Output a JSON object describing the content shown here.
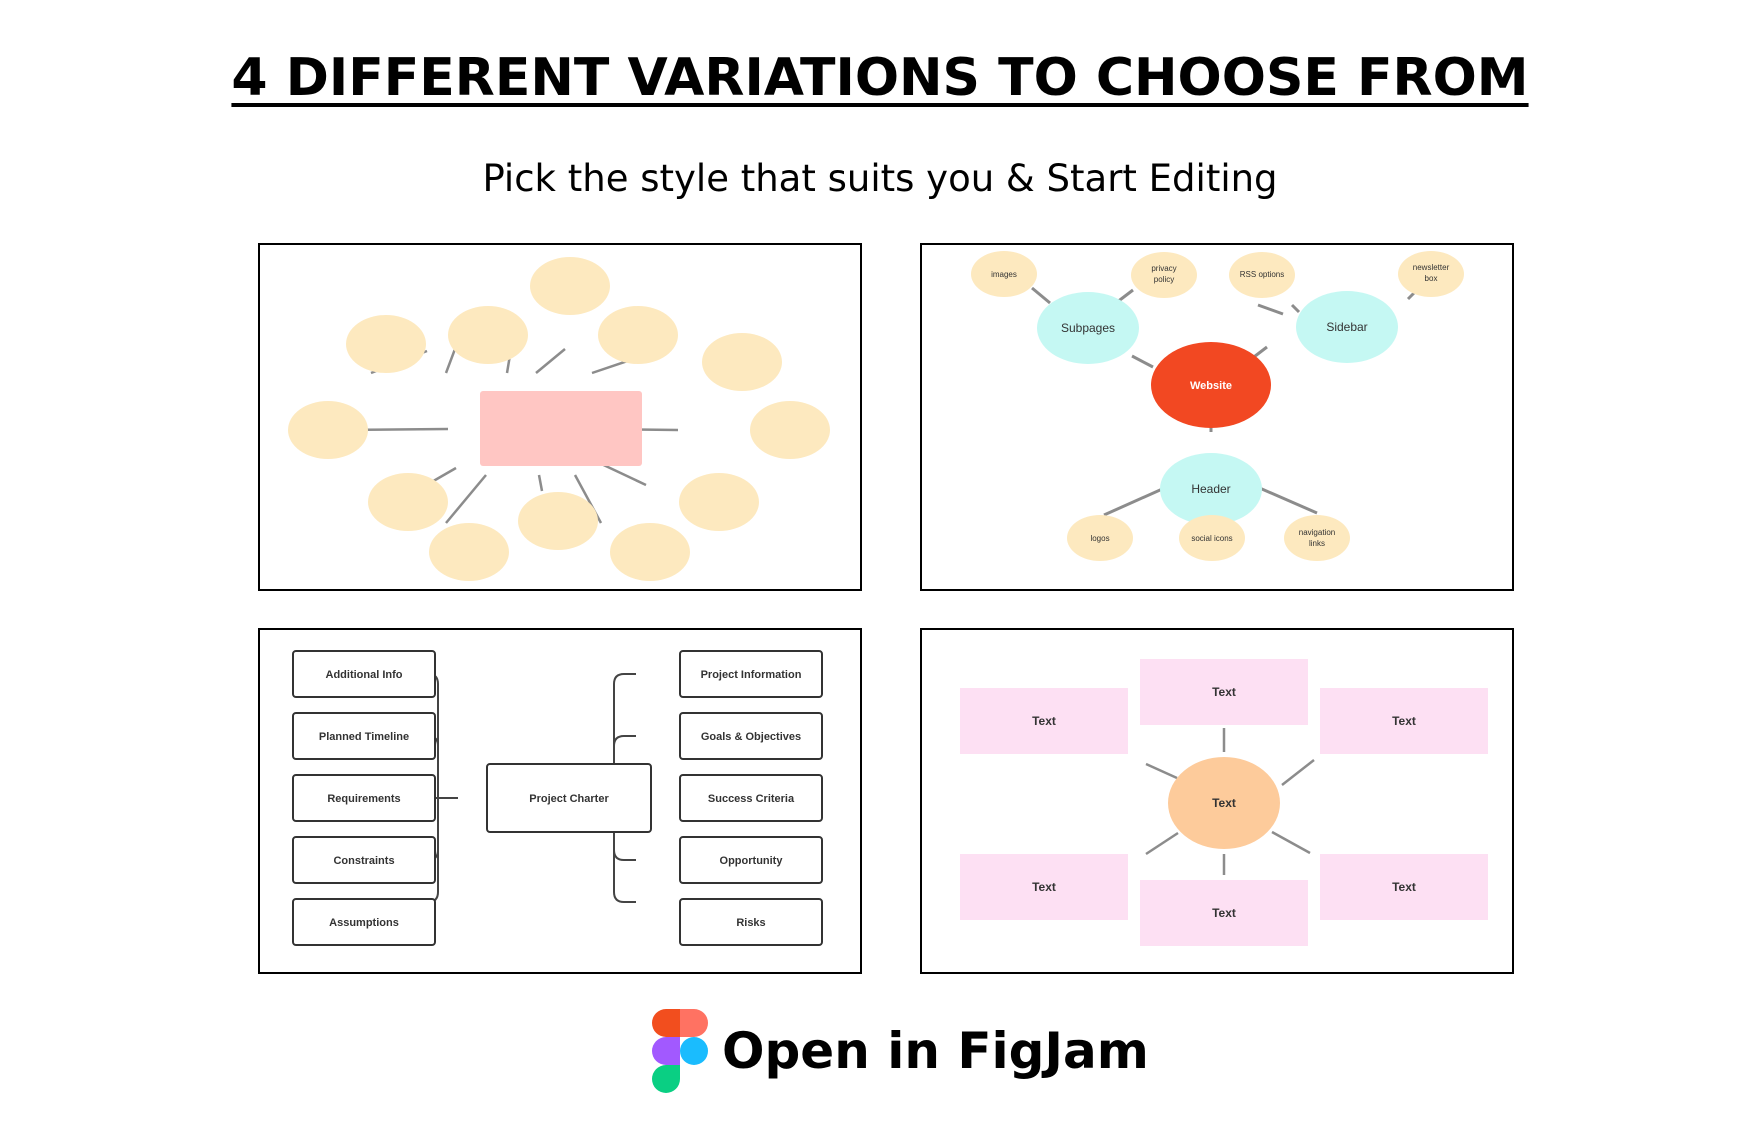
{
  "header": {
    "title": "4 DIFFERENT VARIATIONS TO CHOOSE FROM",
    "subtitle": "Pick the style that suits you & Start Editing"
  },
  "variations": {
    "website": {
      "center": "Website",
      "subpages": "Subpages",
      "sidebar": "Sidebar",
      "header_node": "Header",
      "images": "images",
      "privacy_1": "privacy",
      "privacy_2": "policy",
      "rss": "RSS options",
      "newsletter_1": "newsletter",
      "newsletter_2": "box",
      "logos": "logos",
      "social": "social icons",
      "nav_1": "navigation",
      "nav_2": "links"
    },
    "charter": {
      "center": "Project Charter",
      "left": [
        "Additional Info",
        "Planned Timeline",
        "Requirements",
        "Constraints",
        "Assumptions"
      ],
      "right": [
        "Project Information",
        "Goals & Objectives",
        "Success Criteria",
        "Opportunity",
        "Risks"
      ]
    },
    "text_map": {
      "center": "Text",
      "top": "Text",
      "top_left": "Text",
      "top_right": "Text",
      "bottom": "Text",
      "bottom_left": "Text",
      "bottom_right": "Text"
    }
  },
  "cta": {
    "label": "Open in FigJam",
    "icon": "figma-logo-icon"
  },
  "colors": {
    "bubble": "#fde9bf",
    "center_rect": "#ffc6c3",
    "website_red": "#f24822",
    "cyan": "#c5f8f3",
    "pink": "#fde0f3",
    "peach": "#fdcb9b"
  }
}
